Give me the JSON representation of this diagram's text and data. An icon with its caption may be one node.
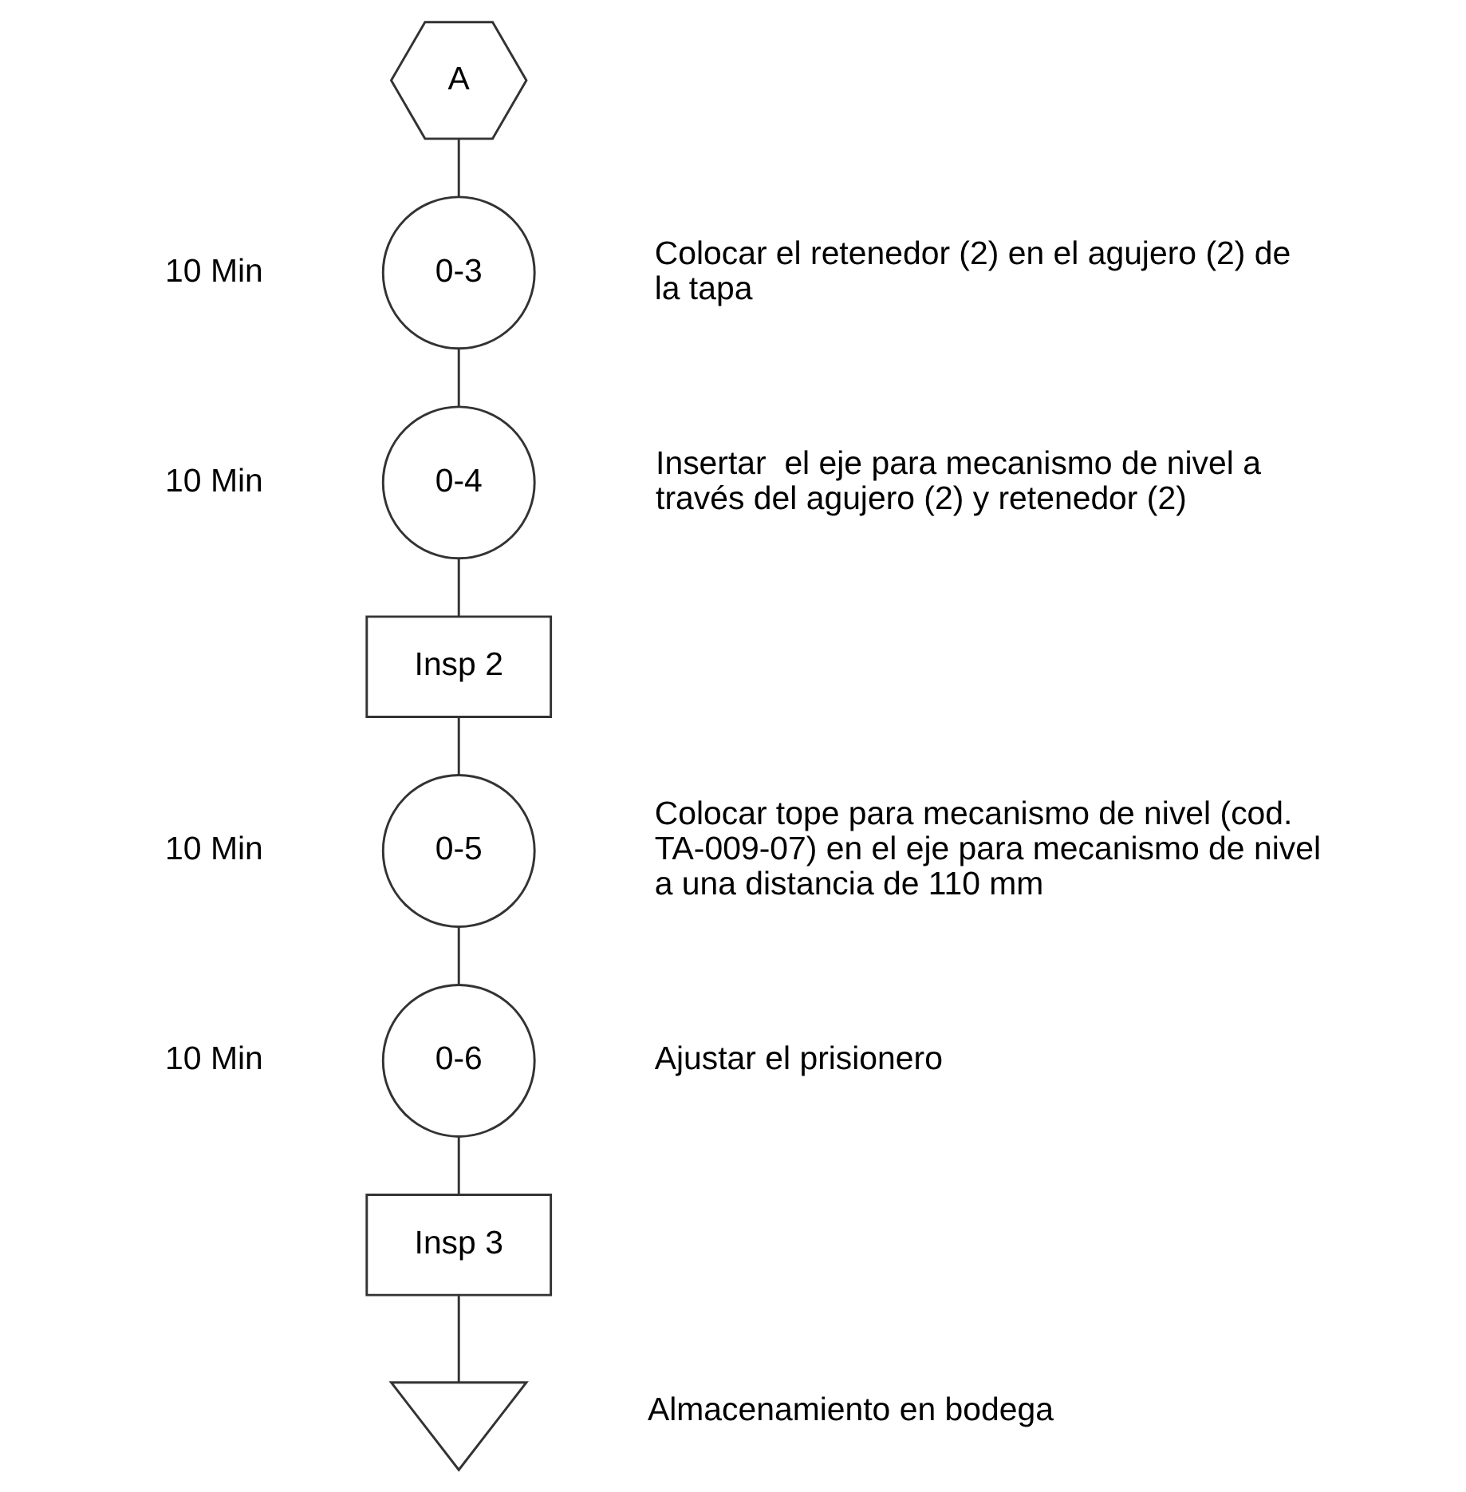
{
  "diagram": {
    "nodes": [
      {
        "text": [
          "A"
        ]
      },
      {
        "text": [
          "0-3"
        ],
        "beside": [
          "10 Min",
          "Colocar el retenedor (2) en el agujero (2) de la tapa"
        ]
      },
      {
        "text": [
          "0-4"
        ],
        "beside": [
          "10 Min",
          "Insertar  el eje para mecanismo de nivel a través del agujero (2) y retenedor (2)"
        ]
      },
      {
        "text": [
          "Insp 2"
        ]
      },
      {
        "text": [
          "0-5"
        ],
        "beside": [
          "10 Min",
          "Colocar tope para mecanismo de nivel (cod. TA-009-07) en el eje para mecanismo de nivel a una distancia de 110 mm"
        ]
      },
      {
        "text": [
          "0-6"
        ],
        "beside": [
          "10 Min",
          "Ajustar el prisionero"
        ]
      },
      {
        "text": [
          "Insp 3"
        ]
      },
      {
        "text": [],
        "shape": "triangle",
        "beside": [
          "Almacenamiento en bodega"
        ]
      }
    ],
    "edges": [
      {
        "from": 0,
        "to": 1,
        "arrow": "none"
      },
      {
        "from": 1,
        "to": 2,
        "arrow": "none"
      },
      {
        "from": 2,
        "to": 3,
        "arrow": "none"
      },
      {
        "from": 3,
        "to": 4,
        "arrow": "none"
      },
      {
        "from": 4,
        "to": 5,
        "arrow": "none"
      },
      {
        "from": 5,
        "to": 6,
        "arrow": "none"
      },
      {
        "from": 6,
        "to": 7,
        "arrow": "none"
      }
    ]
  }
}
